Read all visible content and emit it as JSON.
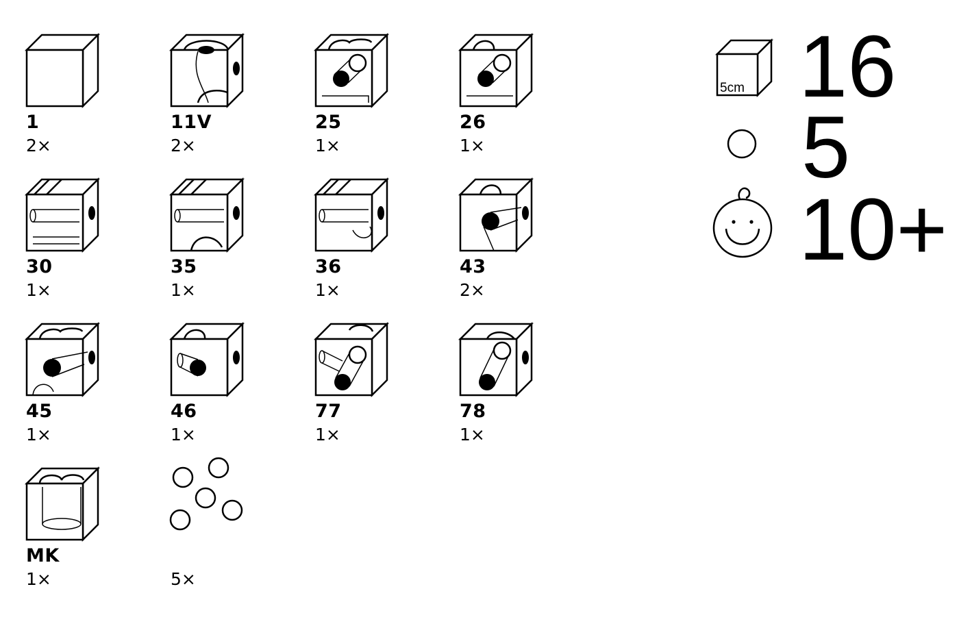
{
  "pieces": [
    {
      "id": "1",
      "count": "2×",
      "icon": "plain"
    },
    {
      "id": "11V",
      "count": "2×",
      "icon": "crossing"
    },
    {
      "id": "25",
      "count": "1×",
      "icon": "ball-drop-groove"
    },
    {
      "id": "26",
      "count": "1×",
      "icon": "ball-drop-curve"
    },
    {
      "id": "30",
      "count": "1×",
      "icon": "tunnel-double"
    },
    {
      "id": "35",
      "count": "1×",
      "icon": "tunnel-curve"
    },
    {
      "id": "36",
      "count": "1×",
      "icon": "tunnel-exit"
    },
    {
      "id": "43",
      "count": "2×",
      "icon": "ball-tunnel"
    },
    {
      "id": "45",
      "count": "1×",
      "icon": "ball-curve-tunnel"
    },
    {
      "id": "46",
      "count": "1×",
      "icon": "ball-small-tunnel"
    },
    {
      "id": "77",
      "count": "1×",
      "icon": "diagonal-drop"
    },
    {
      "id": "78",
      "count": "1×",
      "icon": "diagonal-drop-right"
    },
    {
      "id": "MK",
      "count": "1×",
      "icon": "cylinder-hole"
    },
    {
      "id": "",
      "count": "5×",
      "icon": "marbles"
    }
  ],
  "summary": {
    "cube_label": "5cm",
    "cube_count": "16",
    "marble_count": "5",
    "age": "10+"
  }
}
